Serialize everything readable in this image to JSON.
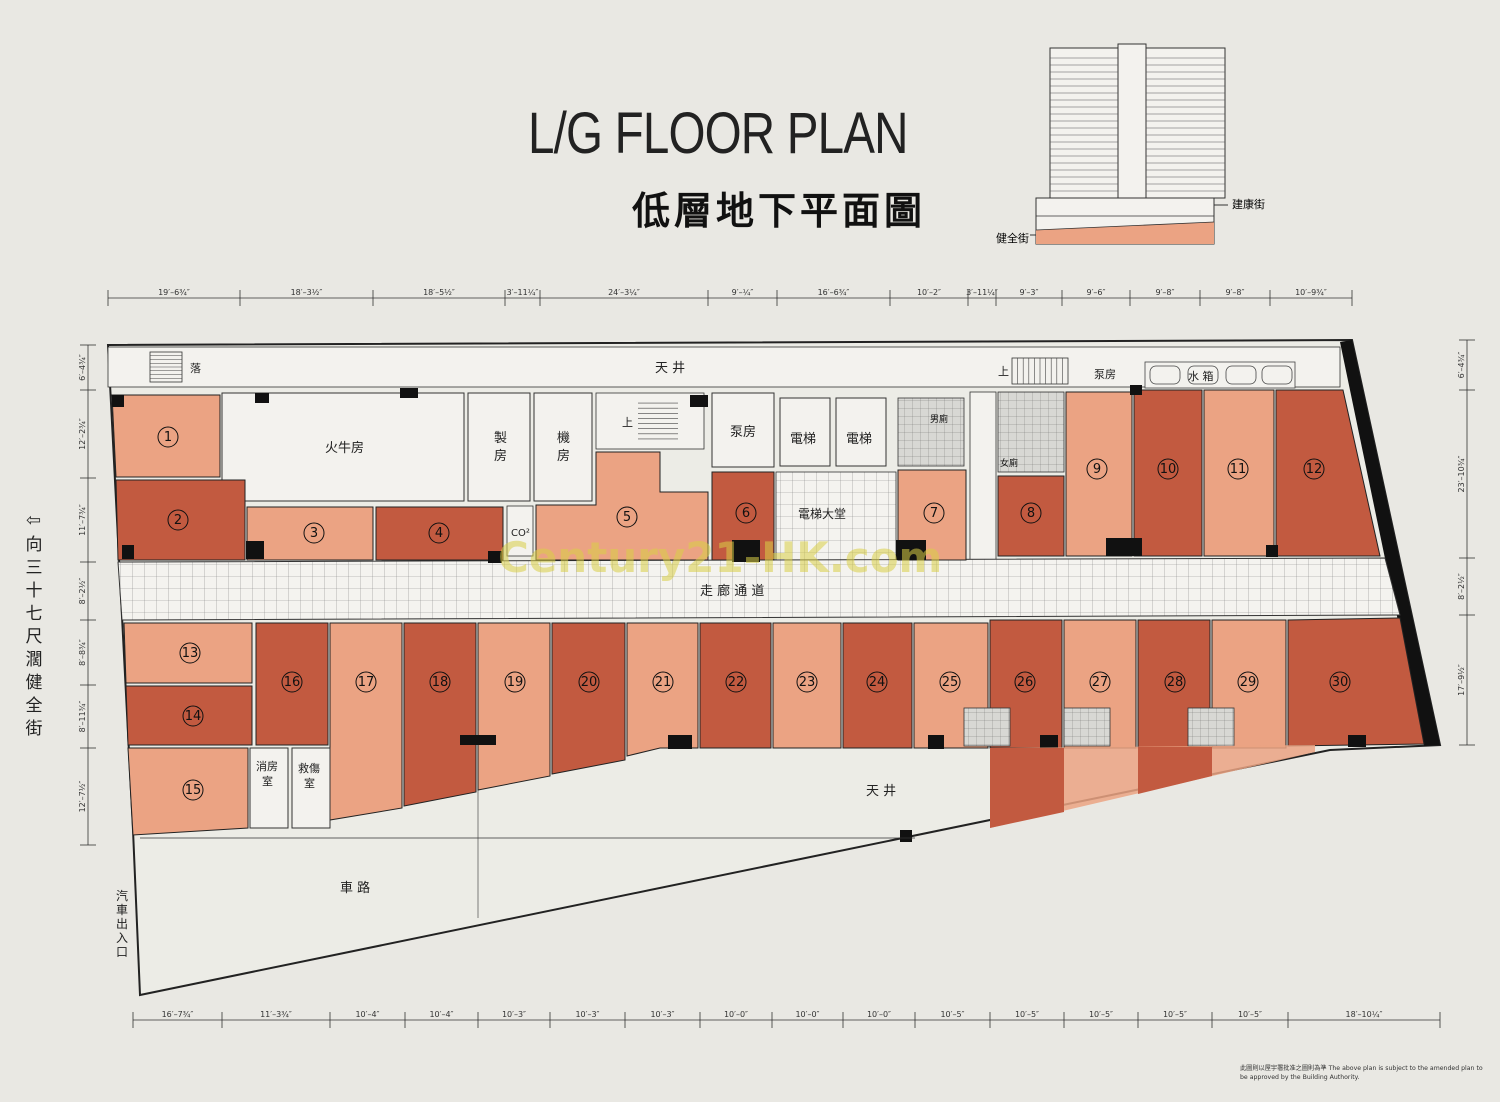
{
  "title_en": "L/G FLOOR PLAN",
  "title_zh": "低層地下平面圖",
  "elevation_labels": {
    "street_left": "健全街",
    "street_right": "建康街"
  },
  "side_label": "向三十七尺濶健全街",
  "watermark": "Century21-HK.com",
  "notice": "此圖則以屋宇署批准之圖則為準 The above plan is subject to the amended plan to be approved by the Building Authority.",
  "colors": {
    "dark": "#c25a40",
    "light": "#eba383",
    "mid": "#e08e68",
    "paper": "#e9e8e3",
    "line": "#222222"
  },
  "dims_top": [
    "19′–6¾″",
    "18′–3½″",
    "18′–5½″",
    "3′–11¼″",
    "24′–3¼″",
    "9′–¼″",
    "16′–6¾″",
    "10′–2″",
    "3′–11¼″",
    "9′–3″",
    "9′–6″",
    "9′–8″",
    "9′–8″",
    "10′–9¾″"
  ],
  "dims_bottom": [
    "16′–7¾″",
    "11′–3¾″",
    "10′–4″",
    "10′–4″",
    "10′–3″",
    "10′–3″",
    "10′–3″",
    "10′–0″",
    "10′–0″",
    "10′–0″",
    "10′–5″",
    "10′–5″",
    "10′–5″",
    "10′–5″",
    "10′–5″",
    "18′–10¼″"
  ],
  "dims_left": [
    "6′–4¾″",
    "12′–2¾″",
    "11′–7¾″",
    "8′–2½″",
    "8′–8¾″",
    "8′–11¾″",
    "12′–7½″"
  ],
  "dims_right": [
    "6′–4¾″",
    "23′–10¾″",
    "8′–2½″",
    "17′–9½″"
  ],
  "rooms": {
    "light_well_top": "天 井",
    "down": "落",
    "up": "上",
    "machine": "火牛房",
    "make": "製\n房",
    "mech": "機\n房",
    "pump": "泵房",
    "lift": "電梯",
    "lift_lobby": "電梯大堂",
    "corridor": "走 廊 通 道",
    "co2": "CO²",
    "men": "男廁",
    "women": "女廁",
    "water_tank": "水 箱",
    "fire": "消房\n室",
    "rescue": "救傷\n室",
    "light_well_bottom": "天 井",
    "road": "車 路",
    "car_exit": "汽車出入口"
  },
  "units": [
    "1",
    "2",
    "3",
    "4",
    "5",
    "6",
    "7",
    "8",
    "9",
    "10",
    "11",
    "12",
    "13",
    "14",
    "15",
    "16",
    "17",
    "18",
    "19",
    "20",
    "21",
    "22",
    "23",
    "24",
    "25",
    "26",
    "27",
    "28",
    "29",
    "30"
  ]
}
